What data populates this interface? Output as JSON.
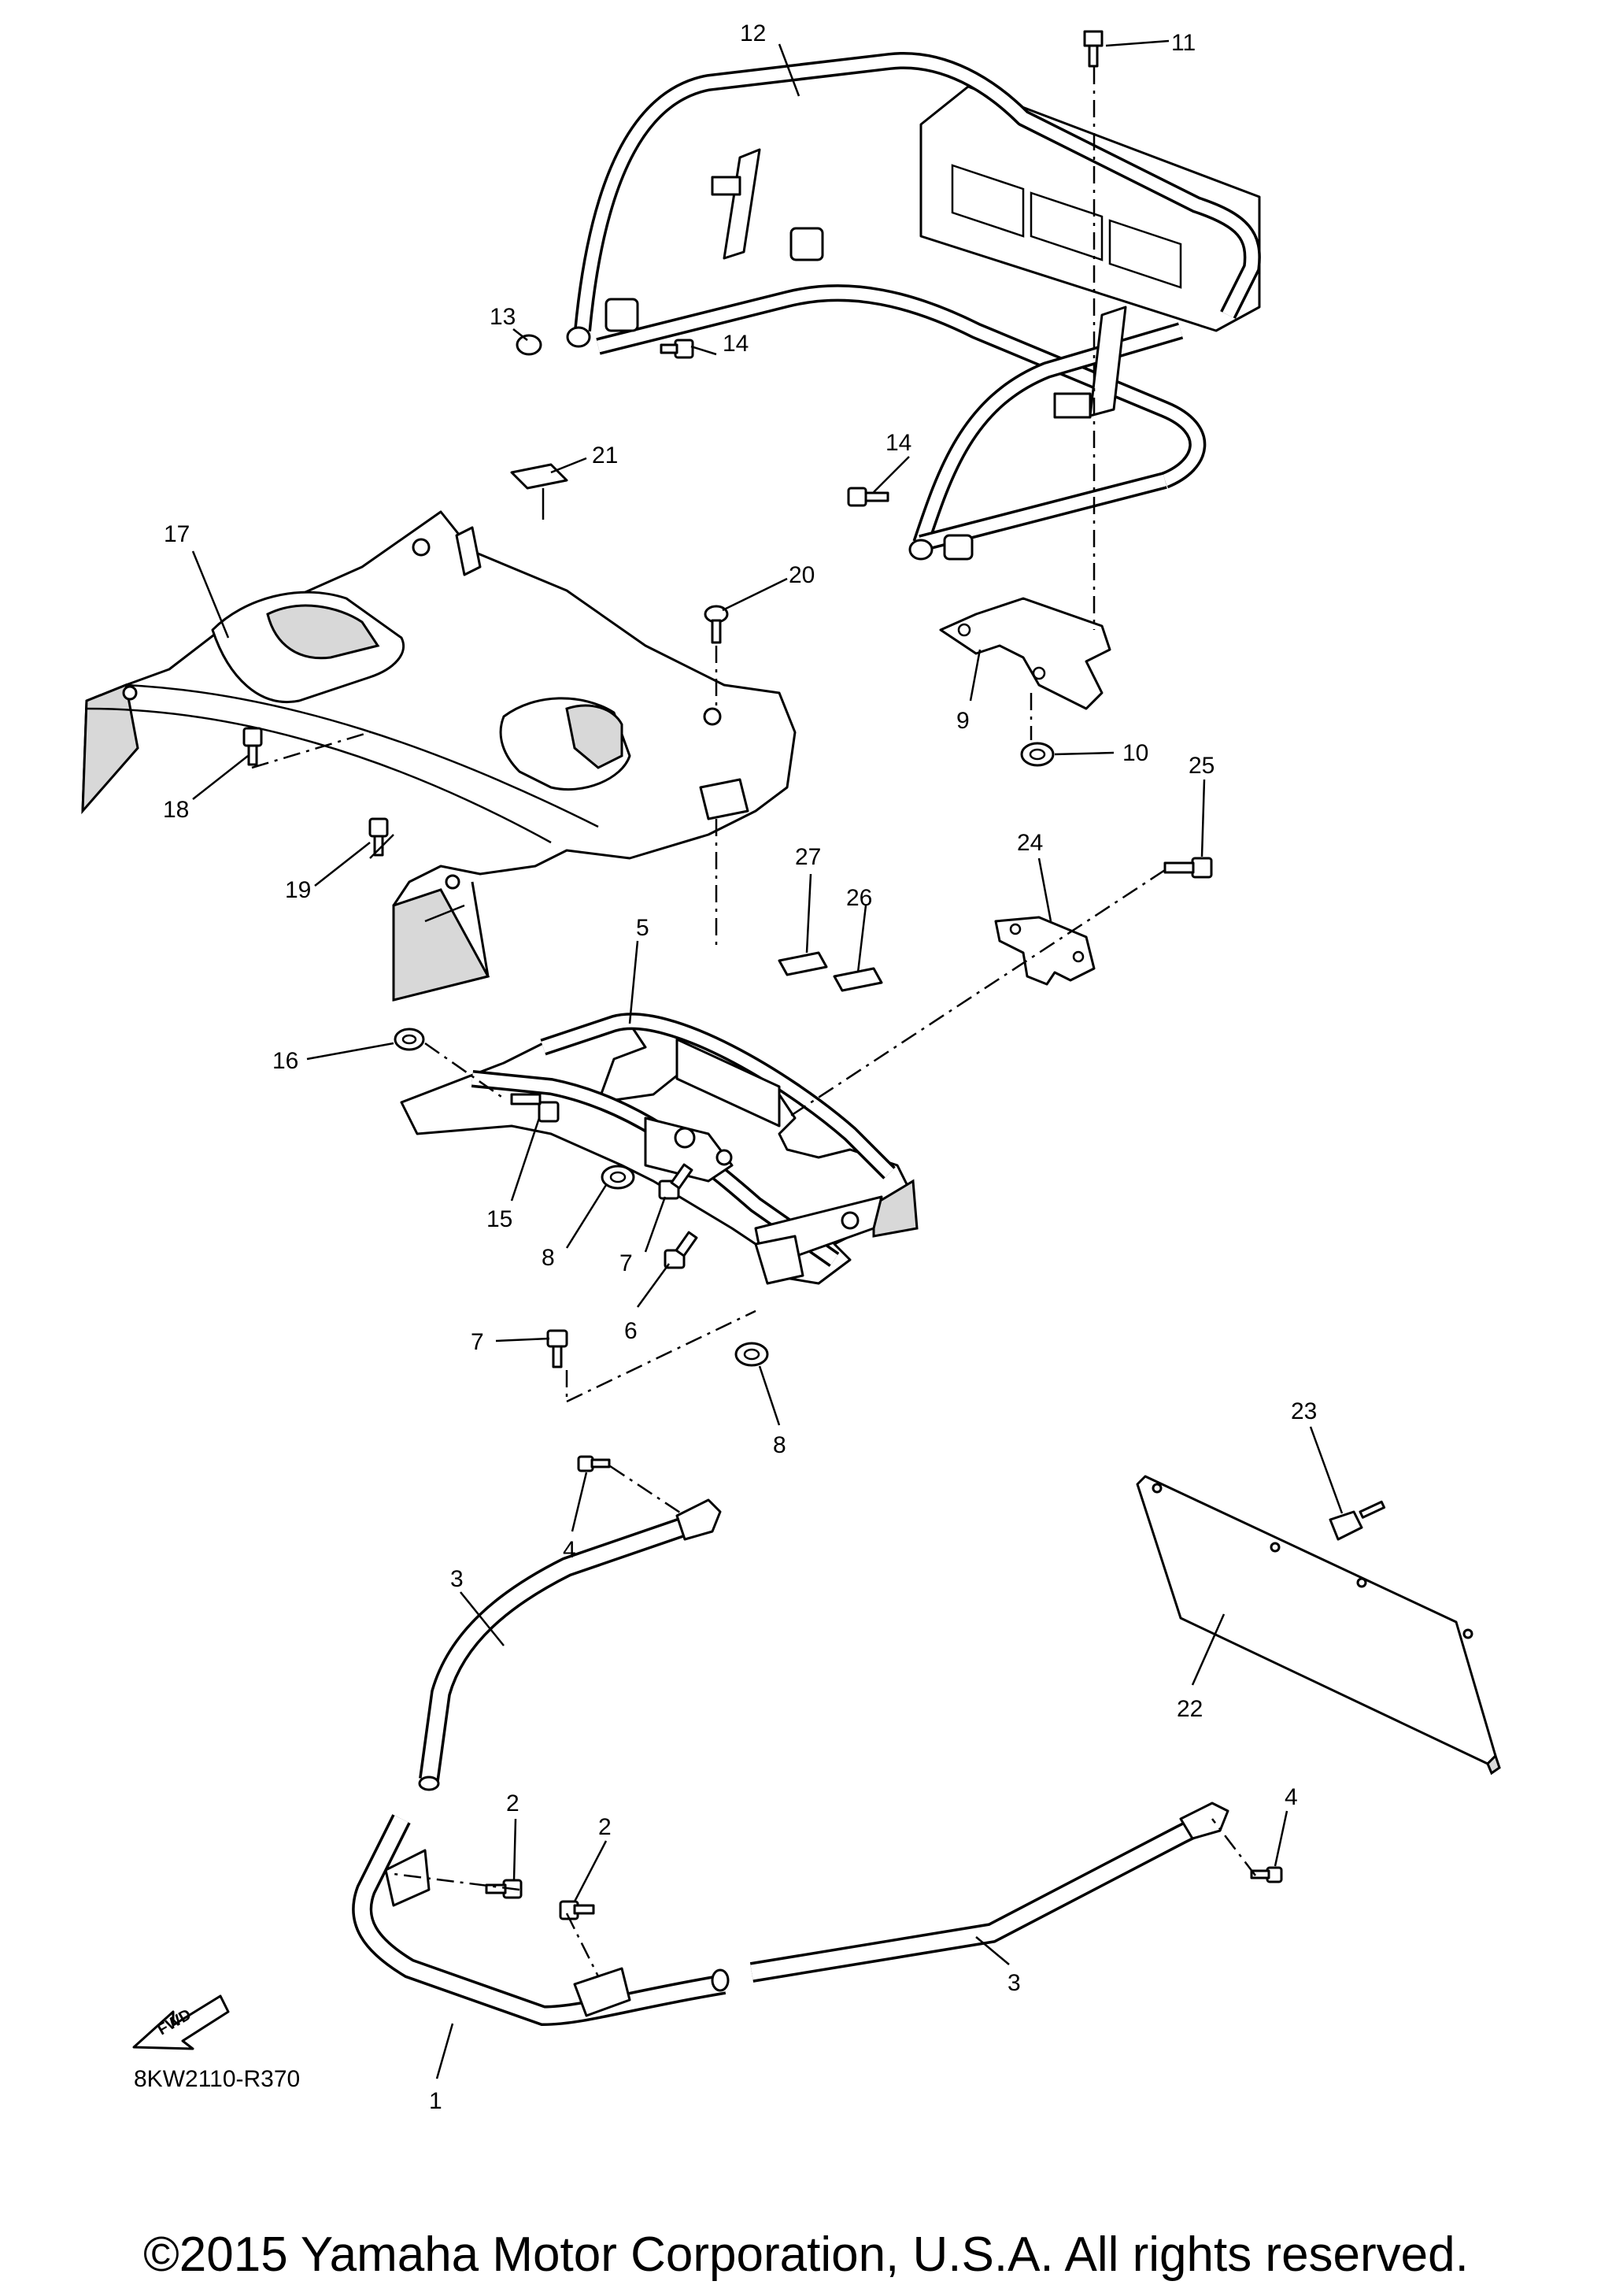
{
  "diagram_code": "8KW2110-R370",
  "copyright": "©2015 Yamaha Motor Corporation, U.S.A. All rights reserved.",
  "fwd_label": "FWD",
  "callouts": [
    "1",
    "2",
    "2",
    "3",
    "3",
    "4",
    "4",
    "5",
    "6",
    "7",
    "7",
    "8",
    "8",
    "9",
    "10",
    "11",
    "12",
    "13",
    "14",
    "14",
    "15",
    "16",
    "17",
    "18",
    "19",
    "20",
    "21",
    "22",
    "23",
    "24",
    "25",
    "26",
    "27"
  ]
}
